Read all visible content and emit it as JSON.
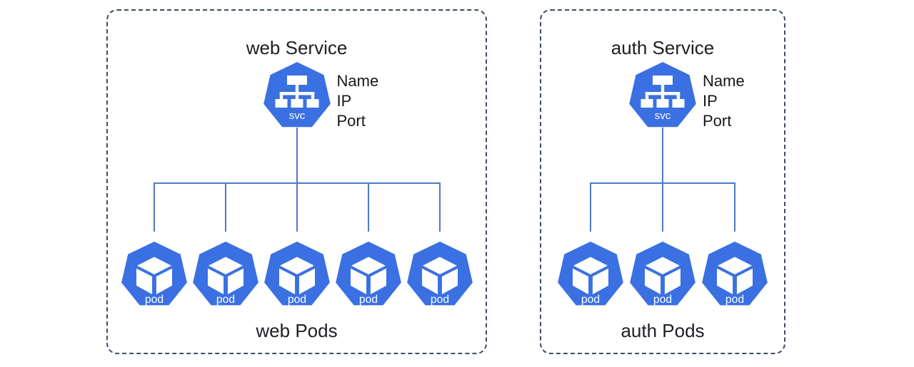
{
  "colors": {
    "kubernetes_blue": "#3b70e2",
    "connector_blue": "#4e79c4",
    "panel_border_slate": "#3d4d63",
    "text_black": "#1c1f23",
    "icon_glyph_white": "#ffffff"
  },
  "panels": [
    {
      "title": "web Service",
      "service": {
        "icon": "kubernetes-service-icon",
        "badge": "svc",
        "attributes": [
          "Name",
          "IP",
          "Port"
        ]
      },
      "pods": [
        "pod",
        "pod",
        "pod",
        "pod",
        "pod"
      ],
      "caption": "web Pods"
    },
    {
      "title": "auth Service",
      "service": {
        "icon": "kubernetes-service-icon",
        "badge": "svc",
        "attributes": [
          "Name",
          "IP",
          "Port"
        ]
      },
      "pods": [
        "pod",
        "pod",
        "pod"
      ],
      "caption": "auth Pods"
    }
  ]
}
